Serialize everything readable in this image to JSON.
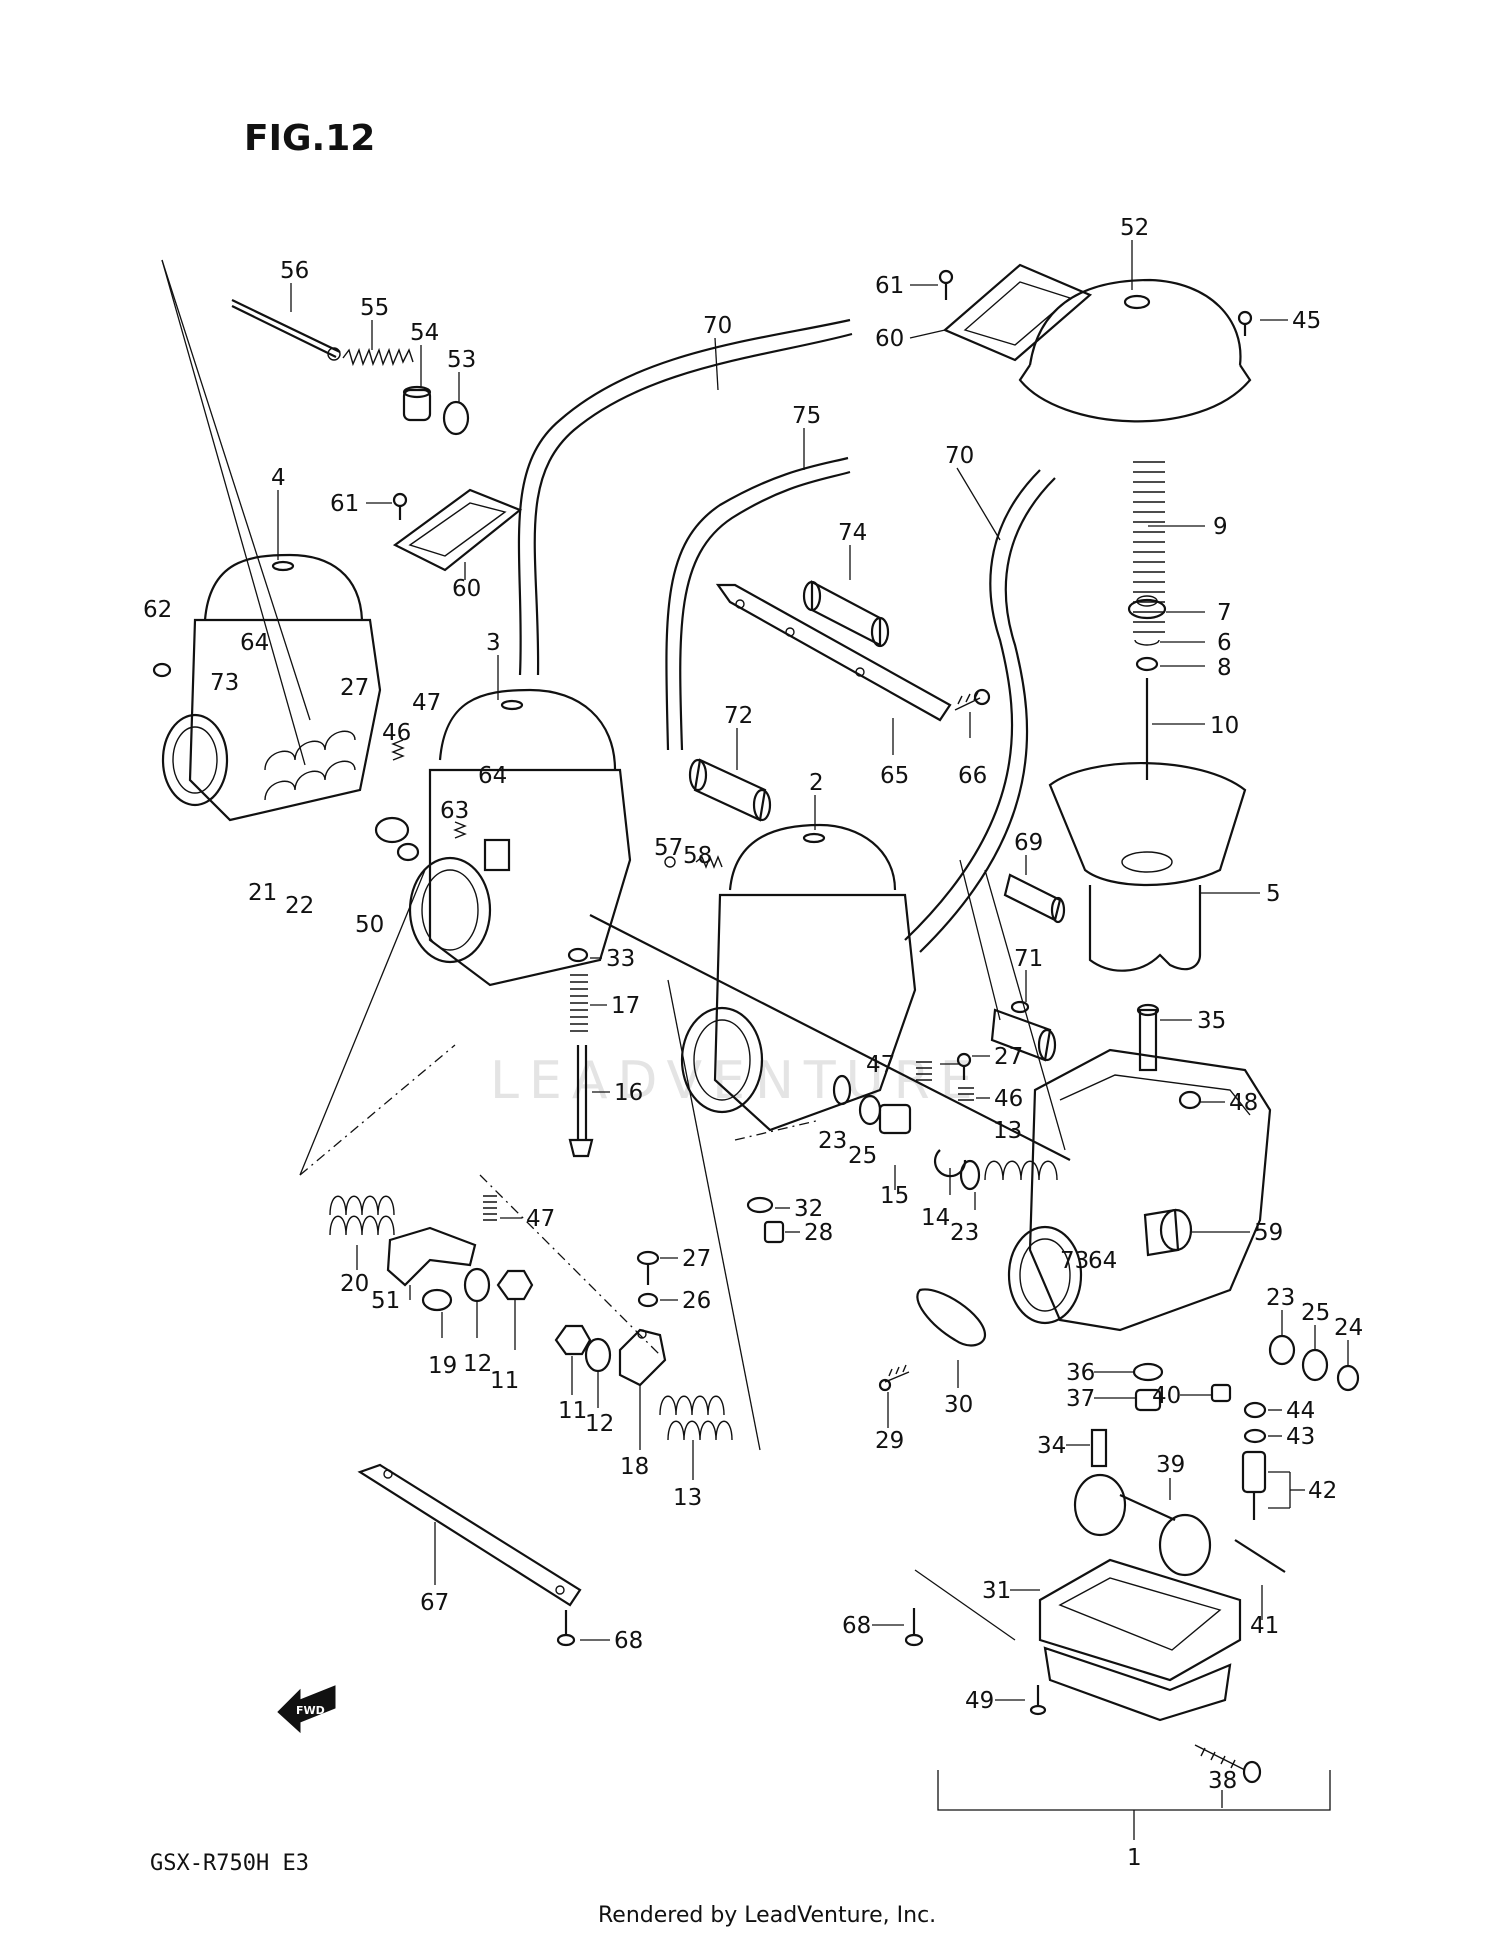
{
  "figure": {
    "title": "FIG.12",
    "model": "GSX-R750H  E3",
    "credit": "Rendered by LeadVenture, Inc.",
    "watermark": "LEADVENTURE",
    "fwd_label": "FWD"
  },
  "callouts": [
    {
      "id": "n56",
      "text": "56"
    },
    {
      "id": "n55",
      "text": "55"
    },
    {
      "id": "n54",
      "text": "54"
    },
    {
      "id": "n53",
      "text": "53"
    },
    {
      "id": "n70a",
      "text": "70"
    },
    {
      "id": "n75",
      "text": "75"
    },
    {
      "id": "n70b",
      "text": "70"
    },
    {
      "id": "n74",
      "text": "74"
    },
    {
      "id": "n61a",
      "text": "61"
    },
    {
      "id": "n60a",
      "text": "60"
    },
    {
      "id": "n52",
      "text": "52"
    },
    {
      "id": "n45",
      "text": "45"
    },
    {
      "id": "n4",
      "text": "4"
    },
    {
      "id": "n61b",
      "text": "61"
    },
    {
      "id": "n60b",
      "text": "60"
    },
    {
      "id": "n62",
      "text": "62"
    },
    {
      "id": "n64a",
      "text": "64"
    },
    {
      "id": "n73a",
      "text": "73"
    },
    {
      "id": "n27a",
      "text": "27"
    },
    {
      "id": "n46a",
      "text": "46"
    },
    {
      "id": "n47a",
      "text": "47"
    },
    {
      "id": "n3",
      "text": "3"
    },
    {
      "id": "n21",
      "text": "21"
    },
    {
      "id": "n22",
      "text": "22"
    },
    {
      "id": "n50",
      "text": "50"
    },
    {
      "id": "n63",
      "text": "63"
    },
    {
      "id": "n64b",
      "text": "64"
    },
    {
      "id": "n9",
      "text": "9"
    },
    {
      "id": "n7",
      "text": "7"
    },
    {
      "id": "n6",
      "text": "6"
    },
    {
      "id": "n8",
      "text": "8"
    },
    {
      "id": "n10",
      "text": "10"
    },
    {
      "id": "n72",
      "text": "72"
    },
    {
      "id": "n65",
      "text": "65"
    },
    {
      "id": "n66",
      "text": "66"
    },
    {
      "id": "n2",
      "text": "2"
    },
    {
      "id": "n57",
      "text": "57"
    },
    {
      "id": "n58",
      "text": "58"
    },
    {
      "id": "n69",
      "text": "69"
    },
    {
      "id": "n5",
      "text": "5"
    },
    {
      "id": "n71",
      "text": "71"
    },
    {
      "id": "n33",
      "text": "33"
    },
    {
      "id": "n17",
      "text": "17"
    },
    {
      "id": "n16",
      "text": "16"
    },
    {
      "id": "n35",
      "text": "35"
    },
    {
      "id": "n27b",
      "text": "27"
    },
    {
      "id": "n47b",
      "text": "47"
    },
    {
      "id": "n46b",
      "text": "46"
    },
    {
      "id": "n48",
      "text": "48"
    },
    {
      "id": "n13a",
      "text": "13"
    },
    {
      "id": "n23a",
      "text": "23"
    },
    {
      "id": "n25a",
      "text": "25"
    },
    {
      "id": "n15",
      "text": "15"
    },
    {
      "id": "n14",
      "text": "14"
    },
    {
      "id": "n23b",
      "text": "23"
    },
    {
      "id": "n32",
      "text": "32"
    },
    {
      "id": "n28",
      "text": "28"
    },
    {
      "id": "n47c",
      "text": "47"
    },
    {
      "id": "n59",
      "text": "59"
    },
    {
      "id": "n73b",
      "text": "73"
    },
    {
      "id": "n64c",
      "text": "64"
    },
    {
      "id": "n20",
      "text": "20"
    },
    {
      "id": "n51",
      "text": "51"
    },
    {
      "id": "n19",
      "text": "19"
    },
    {
      "id": "n12a",
      "text": "12"
    },
    {
      "id": "n11a",
      "text": "11"
    },
    {
      "id": "n27c",
      "text": "27"
    },
    {
      "id": "n26",
      "text": "26"
    },
    {
      "id": "n23c",
      "text": "23"
    },
    {
      "id": "n25b",
      "text": "25"
    },
    {
      "id": "n24",
      "text": "24"
    },
    {
      "id": "n11b",
      "text": "11"
    },
    {
      "id": "n12b",
      "text": "12"
    },
    {
      "id": "n18",
      "text": "18"
    },
    {
      "id": "n13b",
      "text": "13"
    },
    {
      "id": "n29",
      "text": "29"
    },
    {
      "id": "n30",
      "text": "30"
    },
    {
      "id": "n36",
      "text": "36"
    },
    {
      "id": "n37",
      "text": "37"
    },
    {
      "id": "n40",
      "text": "40"
    },
    {
      "id": "n44",
      "text": "44"
    },
    {
      "id": "n43",
      "text": "43"
    },
    {
      "id": "n34",
      "text": "34"
    },
    {
      "id": "n39",
      "text": "39"
    },
    {
      "id": "n42",
      "text": "42"
    },
    {
      "id": "n67",
      "text": "67"
    },
    {
      "id": "n68a",
      "text": "68"
    },
    {
      "id": "n68b",
      "text": "68"
    },
    {
      "id": "n31",
      "text": "31"
    },
    {
      "id": "n41",
      "text": "41"
    },
    {
      "id": "n49",
      "text": "49"
    },
    {
      "id": "n38",
      "text": "38"
    },
    {
      "id": "n1",
      "text": "1"
    }
  ]
}
